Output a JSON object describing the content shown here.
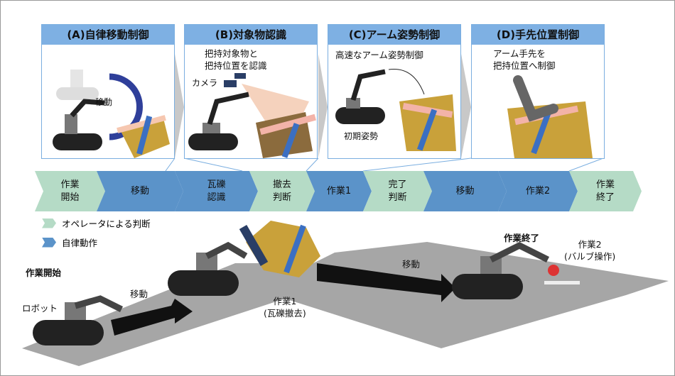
{
  "panels": [
    {
      "title": "(A)自律移動制御",
      "desc": [],
      "labels": [
        "移動"
      ]
    },
    {
      "title": "(B)対象物認識",
      "desc": [
        "把持対象物と",
        "把持位置を認識"
      ],
      "labels": [
        "カメラ"
      ]
    },
    {
      "title": "(C)アーム姿勢制御",
      "desc": [
        "高速なアーム姿勢制御"
      ],
      "labels": [
        "初期姿勢"
      ]
    },
    {
      "title": "(D)手先位置制御",
      "desc": [
        "アーム手先を",
        "把持位置へ制御"
      ],
      "labels": []
    }
  ],
  "flow": [
    {
      "l1": "作業",
      "l2": "開始",
      "type": "operator"
    },
    {
      "l1": "移動",
      "l2": "",
      "type": "auto"
    },
    {
      "l1": "瓦礫",
      "l2": "認識",
      "type": "auto"
    },
    {
      "l1": "撤去",
      "l2": "判断",
      "type": "operator"
    },
    {
      "l1": "作業1",
      "l2": "",
      "type": "auto"
    },
    {
      "l1": "完了",
      "l2": "判断",
      "type": "operator"
    },
    {
      "l1": "移動",
      "l2": "",
      "type": "auto"
    },
    {
      "l1": "作業2",
      "l2": "",
      "type": "auto"
    },
    {
      "l1": "作業",
      "l2": "終了",
      "type": "operator"
    }
  ],
  "legend": [
    {
      "label": "オペレータによる判断",
      "color": "#b5dbc6"
    },
    {
      "label": "自律動作",
      "color": "#5b93c9"
    }
  ],
  "scene": {
    "start": "作業開始",
    "robot": "ロボット",
    "move1": "移動",
    "task1": "作業1",
    "task1_sub": "(瓦礫撤去)",
    "move2": "移動",
    "end": "作業終了",
    "task2": "作業2",
    "task2_sub": "(バルブ操作)"
  },
  "colors": {
    "operator": "#b5dbc6",
    "auto": "#5b93c9",
    "header": "#7eb0e3"
  }
}
